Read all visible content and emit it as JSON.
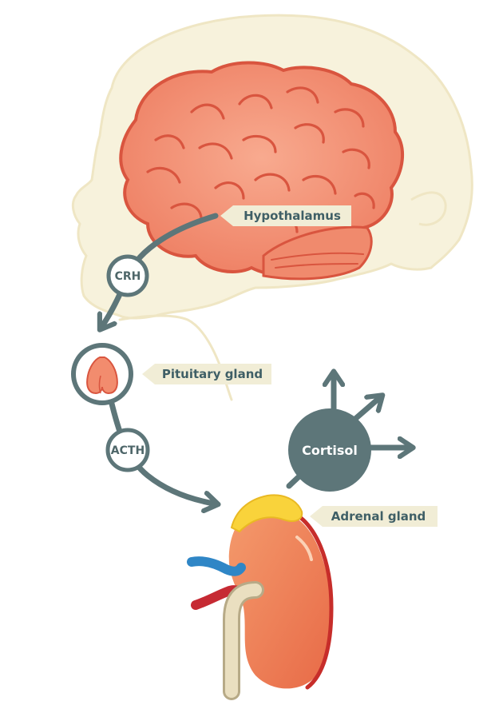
{
  "labels": {
    "hypothalamus": "Hypothalamus",
    "pituitary": "Pituitary gland",
    "adrenal": "Adrenal gland"
  },
  "hormones": {
    "crh": "CRH",
    "acth": "ACTH",
    "cortisol": "Cortisol"
  },
  "colors": {
    "head_outline": "#efe6c4",
    "head_fill": "#f7f2dc",
    "brain": "#f28c6e",
    "brain_stroke": "#d9553f",
    "arrow": "#5d7679",
    "label_bg": "#f1edd6",
    "adrenal_cap": "#f9d33b",
    "kidney": "#ef7e55",
    "kidney_edge": "#c72d2a",
    "vein": "#2f86c6",
    "artery": "#c62a33",
    "ureter": "#eadfc0"
  }
}
